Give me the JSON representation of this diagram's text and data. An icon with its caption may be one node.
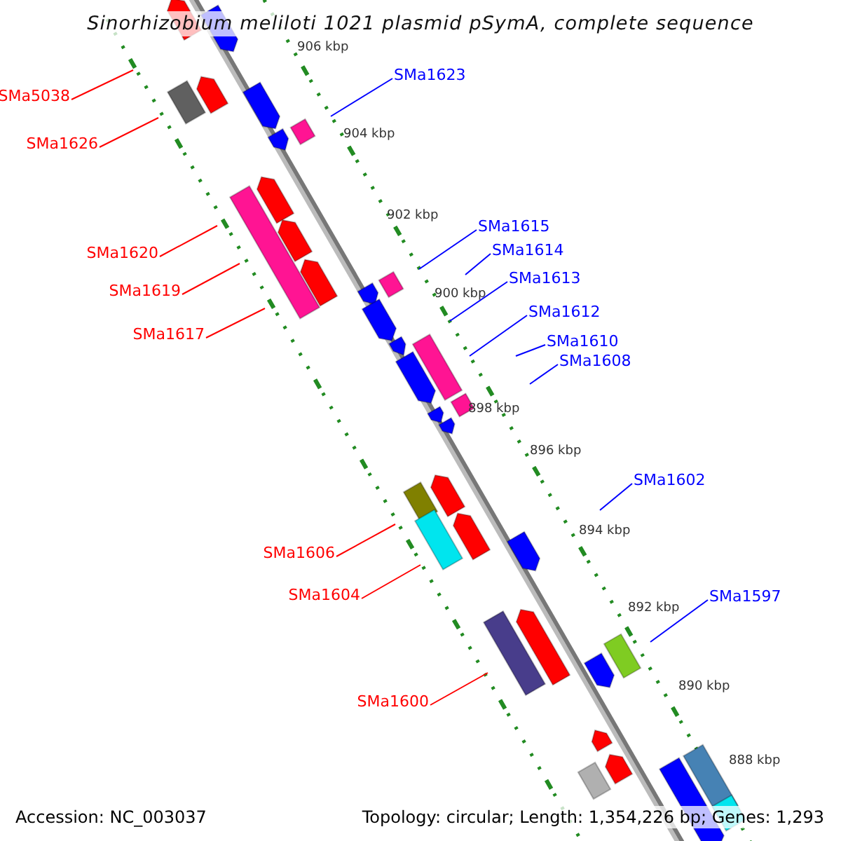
{
  "diagram": {
    "title": "Sinorhizobium meliloti 1021 plasmid pSymA, complete sequence",
    "nodes": [
      {
        "text": [
          "SMa1623"
        ]
      },
      {
        "text": [
          "SMa5038"
        ]
      },
      {
        "text": [
          "SMa1626"
        ]
      },
      {
        "text": [
          "SMa1615"
        ]
      },
      {
        "text": [
          "SMa1614"
        ]
      },
      {
        "text": [
          "SMa1620"
        ]
      },
      {
        "text": [
          "SMa1613"
        ]
      },
      {
        "text": [
          "SMa1619"
        ]
      },
      {
        "text": [
          "SMa1612"
        ]
      },
      {
        "text": [
          "SMa1617"
        ]
      },
      {
        "text": [
          "SMa1610"
        ]
      },
      {
        "text": [
          "SMa1608"
        ]
      },
      {
        "text": [
          "SMa1602"
        ]
      },
      {
        "text": [
          "SMa1606"
        ]
      },
      {
        "text": [
          "SMa1604"
        ]
      },
      {
        "text": [
          "SMa1597"
        ]
      },
      {
        "text": [
          "SMa1600"
        ]
      }
    ],
    "edges": [
      {
        "from": 0,
        "to": null,
        "arrow": "none"
      },
      {
        "from": 1,
        "to": null,
        "arrow": "none",
        "color": "#ff0000"
      },
      {
        "from": 2,
        "to": null,
        "arrow": "none",
        "color": "#ff0000"
      },
      {
        "from": 3,
        "to": null,
        "arrow": "none"
      },
      {
        "from": 4,
        "to": null,
        "arrow": "none"
      },
      {
        "from": 5,
        "to": null,
        "arrow": "none",
        "color": "#ff0000"
      },
      {
        "from": 6,
        "to": null,
        "arrow": "none"
      },
      {
        "from": 7,
        "to": null,
        "arrow": "none",
        "color": "#ff0000"
      },
      {
        "from": 8,
        "to": null,
        "arrow": "none"
      },
      {
        "from": 9,
        "to": null,
        "arrow": "none",
        "color": "#ff0000"
      },
      {
        "from": 10,
        "to": null,
        "arrow": "none"
      },
      {
        "from": 11,
        "to": null,
        "arrow": "none"
      },
      {
        "from": 12,
        "to": null,
        "arrow": "none"
      },
      {
        "from": 13,
        "to": null,
        "arrow": "none",
        "color": "#ff0000"
      },
      {
        "from": 14,
        "to": null,
        "arrow": "none",
        "color": "#ff0000"
      },
      {
        "from": 15,
        "to": null,
        "arrow": "none"
      },
      {
        "from": 16,
        "to": null,
        "arrow": "none",
        "color": "#ff0000"
      }
    ],
    "labels": [
      "906 kbp",
      "904 kbp",
      "902 kbp",
      "900 kbp",
      "898 kbp",
      "896 kbp",
      "894 kbp",
      "892 kbp",
      "890 kbp",
      "888 kbp",
      "Accession: NC_003037",
      "Topology: circular; Length: 1,354,226 bp; Genes: 1,293"
    ]
  }
}
